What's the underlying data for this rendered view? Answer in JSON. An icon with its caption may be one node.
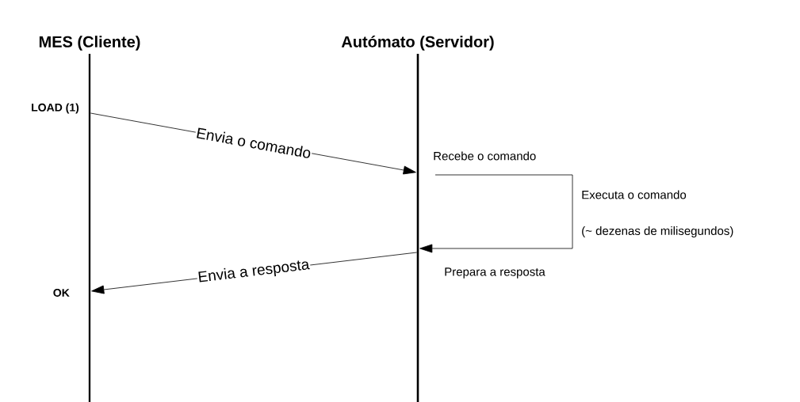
{
  "diagram": {
    "nodes": [
      {
        "text": [
          "MES (Cliente)"
        ]
      },
      {
        "text": [
          "Autómato (Servidor)"
        ]
      }
    ],
    "edges": [
      {
        "from": 0,
        "to": 1,
        "arrow": "to",
        "label": "Envia o comando"
      },
      {
        "from": 1,
        "to": 1,
        "arrow": "to"
      },
      {
        "from": 1,
        "to": 0,
        "arrow": "to",
        "label": "Envia a resposta"
      }
    ],
    "labels": [
      "LOAD (1)",
      "Recebe o comando",
      "Executa  o comando",
      "(~ dezenas de milisegundos)",
      "Prepara a resposta",
      "OK"
    ]
  }
}
